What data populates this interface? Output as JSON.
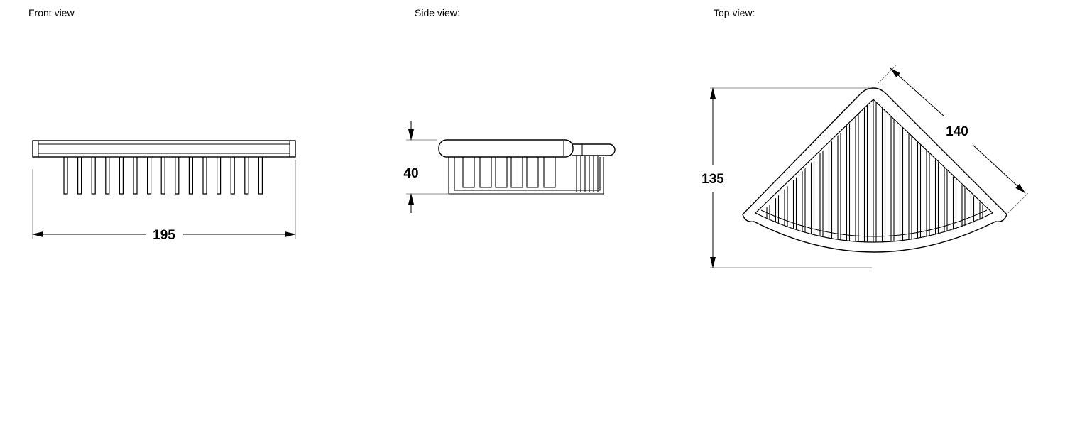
{
  "views": {
    "front": {
      "title": "Front  view",
      "dimension": "195"
    },
    "side": {
      "title": "Side  view:",
      "dimension": "40"
    },
    "top": {
      "title": "Top view:",
      "dimension_height": "135",
      "dimension_diagonal": "140"
    }
  },
  "colors": {
    "line": "#000000",
    "dim_line": "#555555",
    "background": "#ffffff"
  }
}
